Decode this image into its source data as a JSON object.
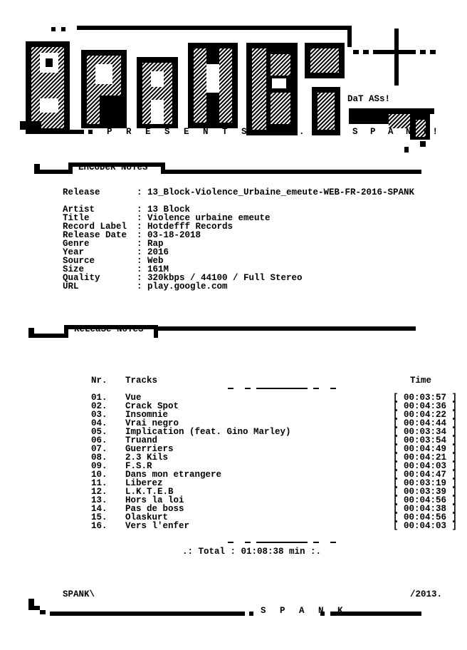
{
  "logo": {
    "word": "SPANK",
    "tagline": "DaT ASs!",
    "presents": "P R E S E N T S . . .",
    "group": "S P A N K!"
  },
  "sections": {
    "encoder": "EnCoDeR NoTeS",
    "release": "ReLeaSe NoTeS"
  },
  "encoder_notes": {
    "release_label": "Release",
    "release_value": "13_Block-Violence_Urbaine_emeute-WEB-FR-2016-SPANK",
    "fields": [
      {
        "label": "Artist",
        "value": "13 Block"
      },
      {
        "label": "Title",
        "value": "Violence urbaine emeute"
      },
      {
        "label": "Record Label",
        "value": "Hotdefff Records"
      },
      {
        "label": "Release Date",
        "value": "03-18-2018"
      },
      {
        "label": "Genre",
        "value": "Rap"
      },
      {
        "label": "Year",
        "value": "2016"
      },
      {
        "label": "Source",
        "value": "Web"
      },
      {
        "label": "Size",
        "value": "161M"
      },
      {
        "label": "Quality",
        "value": "320kbps / 44100 / Full Stereo"
      },
      {
        "label": "URL",
        "value": "play.google.com"
      }
    ]
  },
  "tracklist": {
    "col_nr": "Nr.",
    "col_tracks": "Tracks",
    "col_time": "Time",
    "tracks": [
      {
        "nr": "01.",
        "title": "Vue",
        "time": "[ 00:03:57 ]"
      },
      {
        "nr": "02.",
        "title": "Crack Spot",
        "time": "[ 00:04:36 ]"
      },
      {
        "nr": "03.",
        "title": "Insomnie",
        "time": "[ 00:04:22 ]"
      },
      {
        "nr": "04.",
        "title": "Vrai negro",
        "time": "[ 00:04:44 ]"
      },
      {
        "nr": "05.",
        "title": "Implication (feat. Gino Marley)",
        "time": "[ 00:03:34 ]"
      },
      {
        "nr": "06.",
        "title": "Truand",
        "time": "[ 00:03:54 ]"
      },
      {
        "nr": "07.",
        "title": "Guerriers",
        "time": "[ 00:04:49 ]"
      },
      {
        "nr": "08.",
        "title": "2.3 Kils",
        "time": "[ 00:04:21 ]"
      },
      {
        "nr": "09.",
        "title": "F.S.R",
        "time": "[ 00:04:03 ]"
      },
      {
        "nr": "10.",
        "title": "Dans mon etrangere",
        "time": "[ 00:04:47 ]"
      },
      {
        "nr": "11.",
        "title": "Liberez",
        "time": "[ 00:03:19 ]"
      },
      {
        "nr": "12.",
        "title": "L.K.T.E.B",
        "time": "[ 00:03:39 ]"
      },
      {
        "nr": "13.",
        "title": "Hors la loi",
        "time": "[ 00:04:56 ]"
      },
      {
        "nr": "14.",
        "title": "Pas de boss",
        "time": "[ 00:04:38 ]"
      },
      {
        "nr": "15.",
        "title": "Olaskurt",
        "time": "[ 00:04:56 ]"
      },
      {
        "nr": "16.",
        "title": "Vers l'enfer",
        "time": "[ 00:04:03 ]"
      }
    ],
    "total": ".: Total : 01:08:38 min :."
  },
  "footer": {
    "left": "SPANK\\",
    "right": "/2013.",
    "brand": "S P A N K"
  }
}
